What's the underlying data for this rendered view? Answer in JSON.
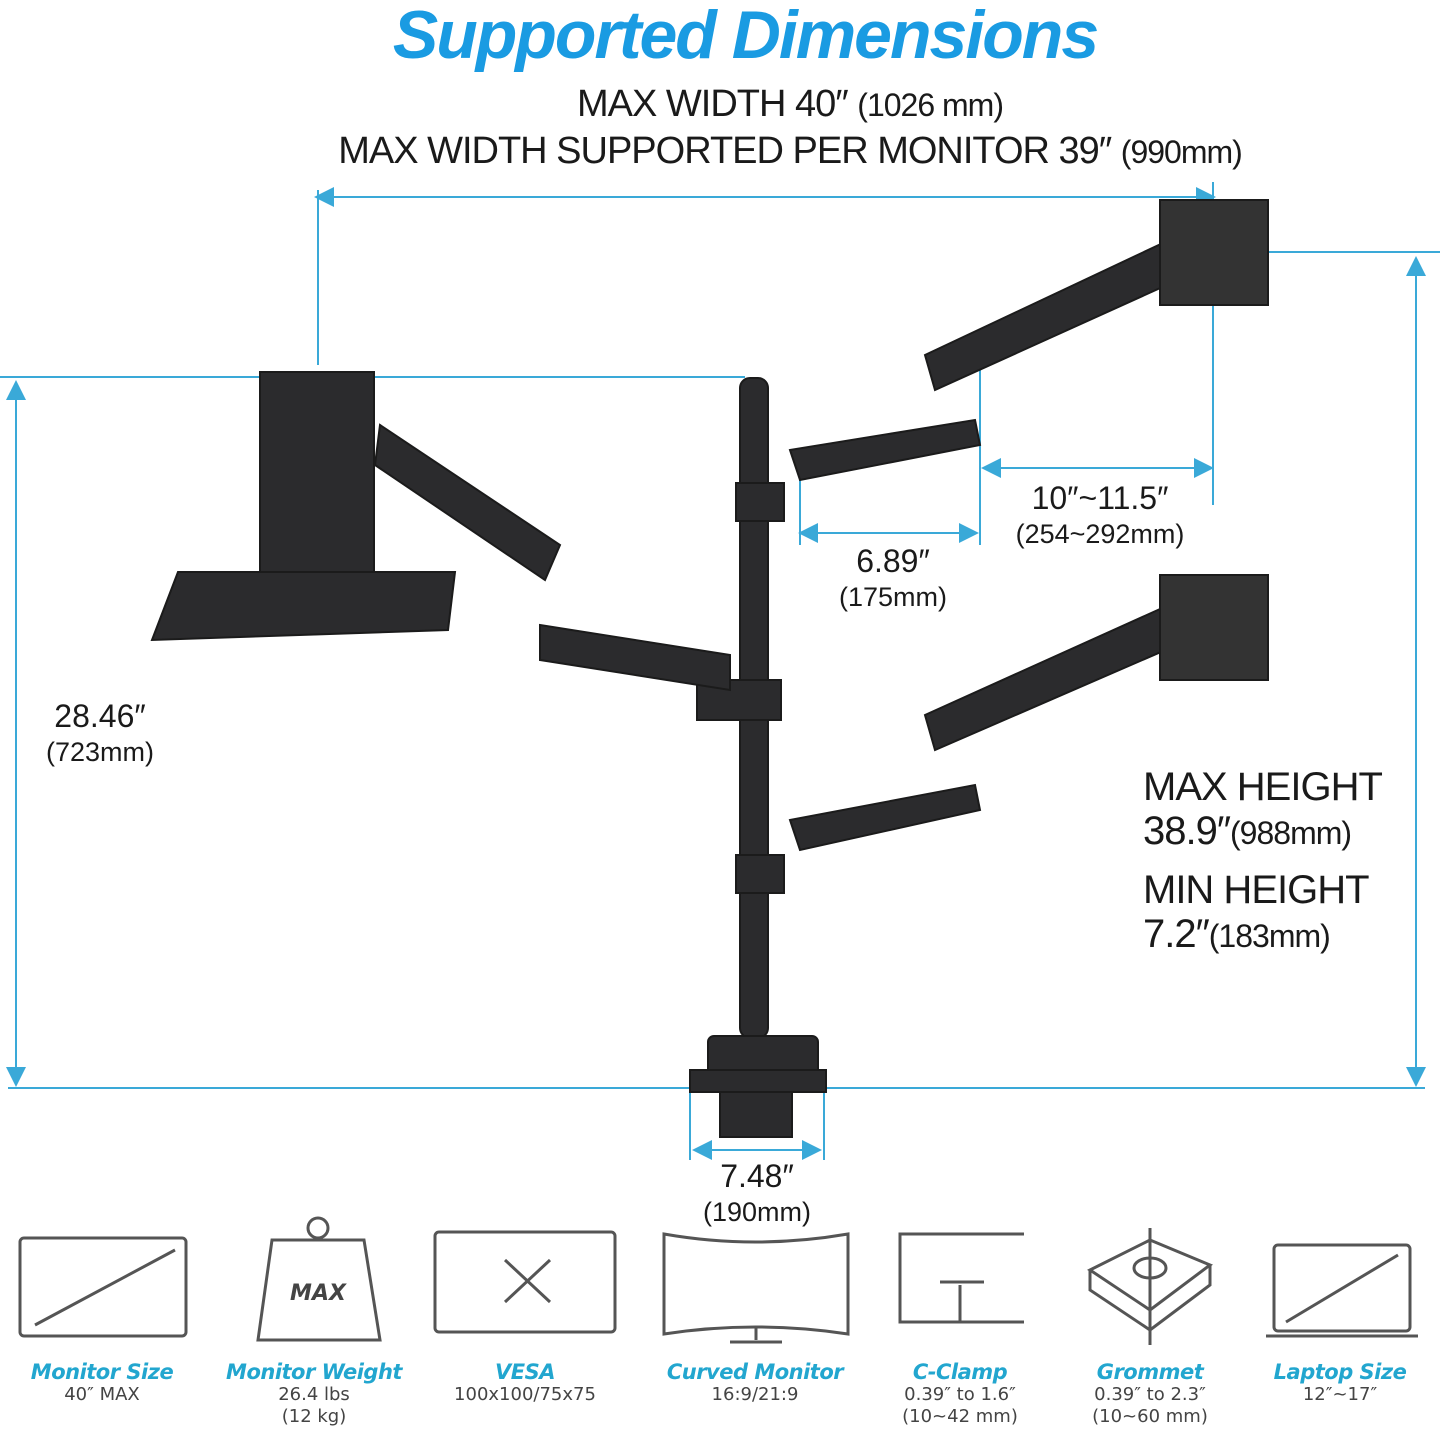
{
  "title": "Supported Dimensions",
  "header": {
    "line1": "MAX WIDTH 40″",
    "line1_mm": "(1026 mm)",
    "line2": "MAX WIDTH SUPPORTED PER MONITOR 39″",
    "line2_mm": "(990mm)"
  },
  "dimensions": {
    "arm_reach": {
      "value": "10″~11.5″",
      "mm": "(254~292mm)"
    },
    "arm_offset": {
      "value": "6.89″",
      "mm": "(175mm)"
    },
    "laptop_height": {
      "value": "28.46″",
      "mm": "(723mm)"
    },
    "base_width": {
      "value": "7.48″",
      "mm": "(190mm)"
    },
    "max_height": {
      "label": "MAX HEIGHT",
      "value": "38.9″",
      "mm": "(988mm)"
    },
    "min_height": {
      "label": "MIN HEIGHT",
      "value": "7.2″",
      "mm": "(183mm)"
    }
  },
  "features": [
    {
      "icon": "monitor-size-icon",
      "label": "Monitor Size",
      "value": "40″ MAX"
    },
    {
      "icon": "weight-icon",
      "label": "Monitor Weight",
      "value": "26.4 lbs",
      "value2": "(12 kg)",
      "icon_text": "MAX"
    },
    {
      "icon": "vesa-icon",
      "label": "VESA",
      "value": "100x100/75x75"
    },
    {
      "icon": "curved-monitor-icon",
      "label": "Curved Monitor",
      "value": "16:9/21:9"
    },
    {
      "icon": "c-clamp-icon",
      "label": "C-Clamp",
      "value": "0.39″ to 1.6″",
      "value2": "(10~42 mm)"
    },
    {
      "icon": "grommet-icon",
      "label": "Grommet",
      "value": "0.39″ to 2.3″",
      "value2": "(10~60 mm)"
    },
    {
      "icon": "laptop-size-icon",
      "label": "Laptop Size",
      "value": "12″~17″"
    }
  ],
  "colors": {
    "title": "#1a9be2",
    "dimension_line": "#3aa9d8",
    "feature_label": "#22a6cf",
    "mount": "#2b2b2d"
  }
}
